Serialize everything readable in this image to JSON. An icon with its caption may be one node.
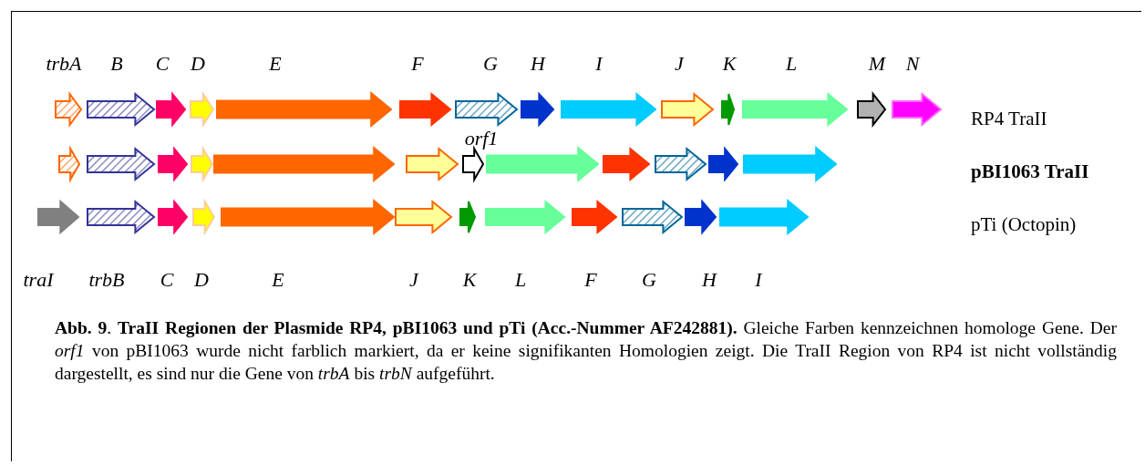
{
  "diagram": {
    "caption": "**Abb. 9**. **TraII Regionen der Plasmide RP4, pBI1063 und pTi (Acc.-Nummer AF242881).** Gleiche Farben kennzeichnen homologe Gene. Der *orf1* von pBI1063 wurde nicht farblich markiert, da er keine signifikanten Homologien zeigt. Die TraII Region von RP4 ist nicht vollständig dargestellt, es sind nur die Gene von *trbA* bis *trbN* aufgeführt.",
    "nodes": [
      {
        "text": [],
        "shape": "arrow",
        "beside": [
          "trbA"
        ]
      },
      {
        "text": [],
        "shape": "arrow",
        "beside": [
          "B"
        ]
      },
      {
        "text": [],
        "shape": "arrow",
        "beside": [
          "C"
        ]
      },
      {
        "text": [],
        "shape": "arrow",
        "beside": [
          "D"
        ]
      },
      {
        "text": [],
        "shape": "arrow",
        "beside": [
          "E"
        ]
      },
      {
        "text": [],
        "shape": "arrow",
        "beside": [
          "F"
        ]
      },
      {
        "text": [],
        "shape": "arrow",
        "beside": [
          "G"
        ]
      },
      {
        "text": [],
        "shape": "arrow",
        "beside": [
          "H"
        ]
      },
      {
        "text": [],
        "shape": "arrow",
        "beside": [
          "I"
        ]
      },
      {
        "text": [],
        "shape": "arrow",
        "beside": [
          "J"
        ]
      },
      {
        "text": [],
        "shape": "arrow",
        "beside": [
          "K"
        ]
      },
      {
        "text": [],
        "shape": "arrow",
        "beside": [
          "L"
        ]
      },
      {
        "text": [],
        "shape": "arrow",
        "beside": [
          "M"
        ]
      },
      {
        "text": [],
        "shape": "arrow",
        "beside": [
          "N"
        ]
      },
      {
        "text": [],
        "shape": "arrow"
      },
      {
        "text": [],
        "shape": "arrow"
      },
      {
        "text": [],
        "shape": "arrow"
      },
      {
        "text": [],
        "shape": "arrow"
      },
      {
        "text": [],
        "shape": "arrow"
      },
      {
        "text": [],
        "shape": "arrow"
      },
      {
        "text": [],
        "shape": "arrow",
        "beside": [
          "orf1"
        ]
      },
      {
        "text": [],
        "shape": "arrow"
      },
      {
        "text": [],
        "shape": "arrow"
      },
      {
        "text": [],
        "shape": "arrow"
      },
      {
        "text": [],
        "shape": "arrow"
      },
      {
        "text": [],
        "shape": "arrow"
      },
      {
        "text": [],
        "shape": "arrow",
        "beside": [
          "traI"
        ]
      },
      {
        "text": [],
        "shape": "arrow",
        "beside": [
          "trbB"
        ]
      },
      {
        "text": [],
        "shape": "arrow",
        "beside": [
          "C"
        ]
      },
      {
        "text": [],
        "shape": "arrow",
        "beside": [
          "D"
        ]
      },
      {
        "text": [],
        "shape": "arrow",
        "beside": [
          "E"
        ]
      },
      {
        "text": [],
        "shape": "arrow",
        "beside": [
          "J"
        ]
      },
      {
        "text": [],
        "shape": "arrow",
        "beside": [
          "K"
        ]
      },
      {
        "text": [],
        "shape": "arrow",
        "beside": [
          "L"
        ]
      },
      {
        "text": [],
        "shape": "arrow",
        "beside": [
          "F"
        ]
      },
      {
        "text": [],
        "shape": "arrow",
        "beside": [
          "G"
        ]
      },
      {
        "text": [],
        "shape": "arrow",
        "beside": [
          "H"
        ]
      },
      {
        "text": [],
        "shape": "arrow",
        "beside": [
          "I"
        ]
      }
    ],
    "labels": [
      "RP4 TraII",
      "pBI1063 TraII",
      "pTi (Octopin)"
    ]
  }
}
